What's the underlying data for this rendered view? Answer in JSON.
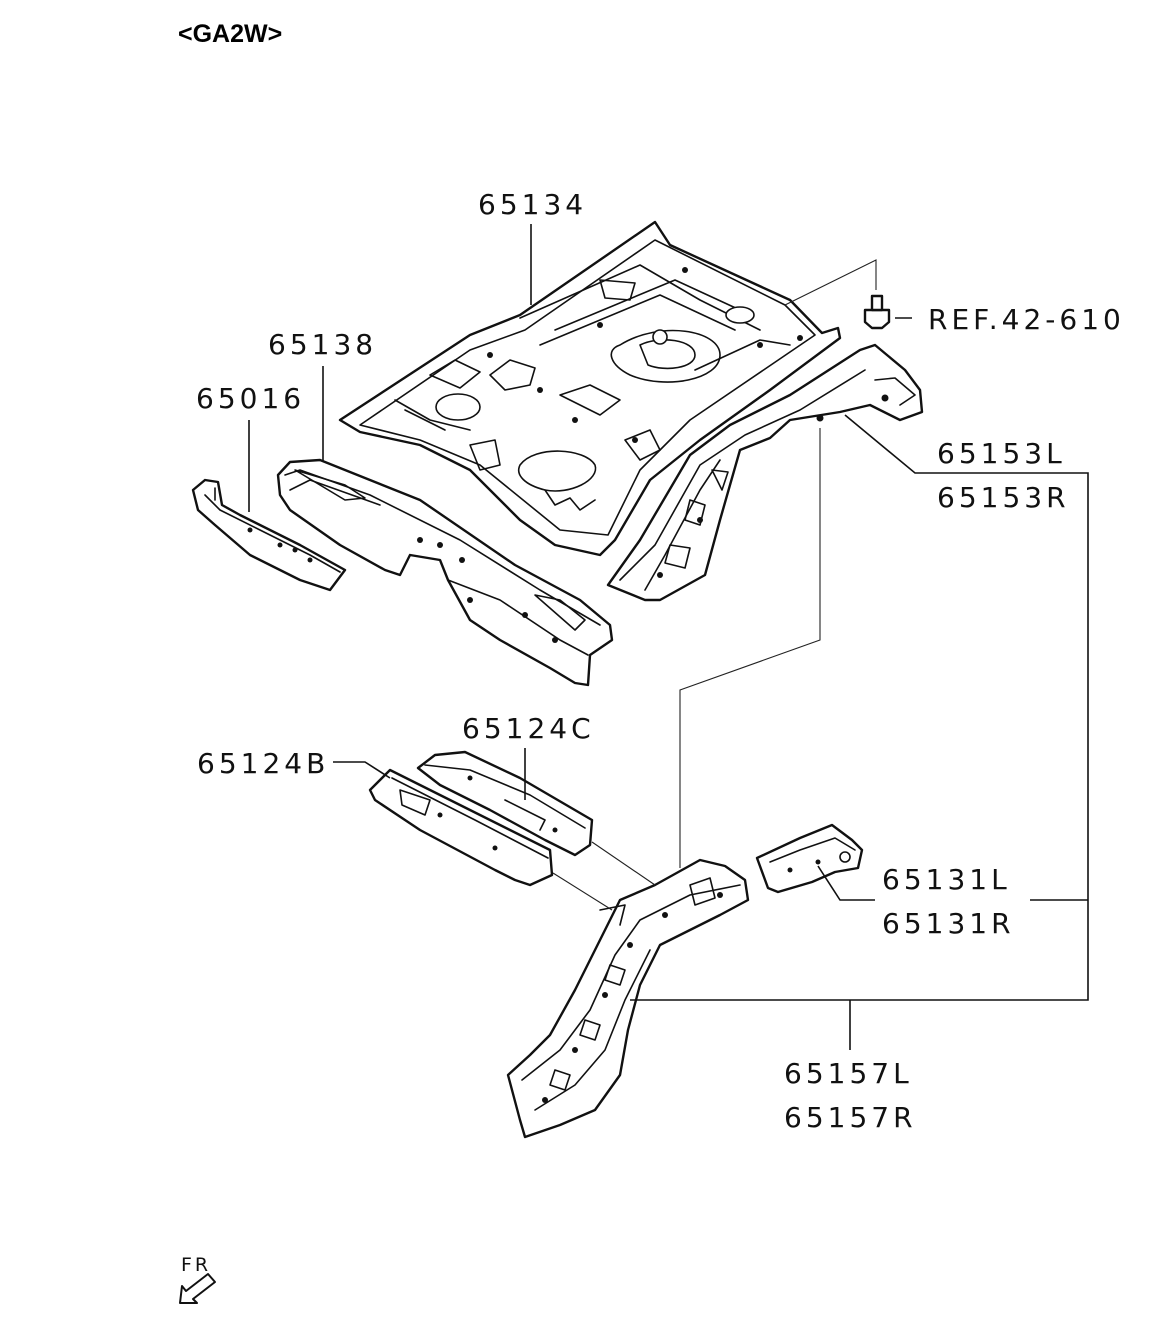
{
  "variant_label": "<GA2W>",
  "part_labels": {
    "p65134": "65134",
    "p65138": "65138",
    "p65016": "65016",
    "ref": "REF.42-610",
    "p65153L": "65153L",
    "p65153R": "65153R",
    "p65124C": "65124C",
    "p65124B": "65124B",
    "p65131L": "65131L",
    "p65131R": "65131R",
    "p65157L": "65157L",
    "p65157R": "65157R"
  },
  "direction_label": "FR",
  "colors": {
    "line": "#111111",
    "background": "#ffffff"
  }
}
